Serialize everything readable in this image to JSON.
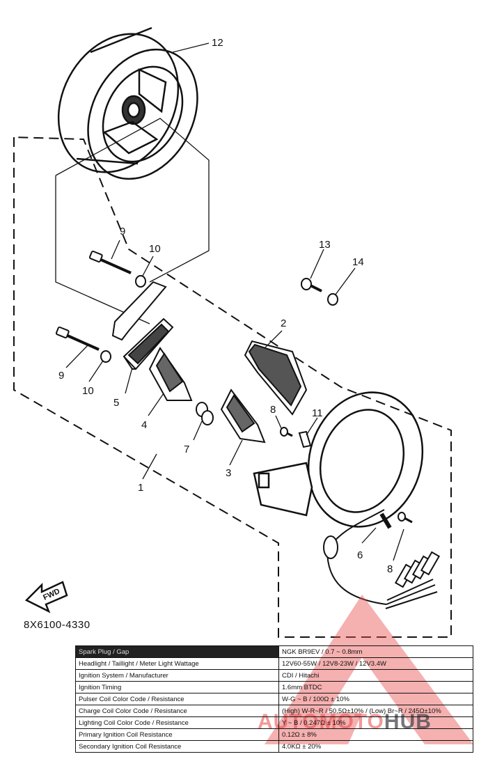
{
  "callouts": {
    "c12": "12",
    "c9a": "9",
    "c10a": "10",
    "c13": "13",
    "c14": "14",
    "c2": "2",
    "c9b": "9",
    "c10b": "10",
    "c5": "5",
    "c4": "4",
    "c8a": "8",
    "c11": "11",
    "c7": "7",
    "c3": "3",
    "c1": "1",
    "c6": "6",
    "c8b": "8"
  },
  "fwd_label": "FWD",
  "part_number": "8X6100-4330",
  "spec_table": {
    "header": {
      "label": "Spark Plug / Gap",
      "value": "NGK BR9EV / 0.7 ~ 0.8mm"
    },
    "rows": [
      {
        "label": "Headlight / Taillight / Meter Light Wattage",
        "value": "12V60-55W / 12V8-23W / 12V3.4W"
      },
      {
        "label": "Ignition System / Manufacturer",
        "value": "CDI / Hitachi"
      },
      {
        "label": "Ignition Timing",
        "value": "1.6mm BTDC"
      },
      {
        "label": "Pulser Coil Color Code / Resistance",
        "value": "W-G ~ B / 100Ω ± 10%"
      },
      {
        "label": "Charge Coil Color Code / Resistance",
        "value": "(High) W-R~R / 50.5Ω±10% / (Low) Br~R / 245Ω±10%"
      },
      {
        "label": "Lighting Coil Color Code / Resistance",
        "value": "Y ~ B / 0.247Ω ± 10%"
      },
      {
        "label": "Primary Ignition Coil Resistance",
        "value": "0.12Ω ± 8%"
      },
      {
        "label": "Secondary Ignition Coil Resistance",
        "value": "4.0KΩ ± 20%"
      }
    ]
  },
  "watermark": {
    "part1": "AUTOMOTO",
    "part2": "HUB"
  }
}
